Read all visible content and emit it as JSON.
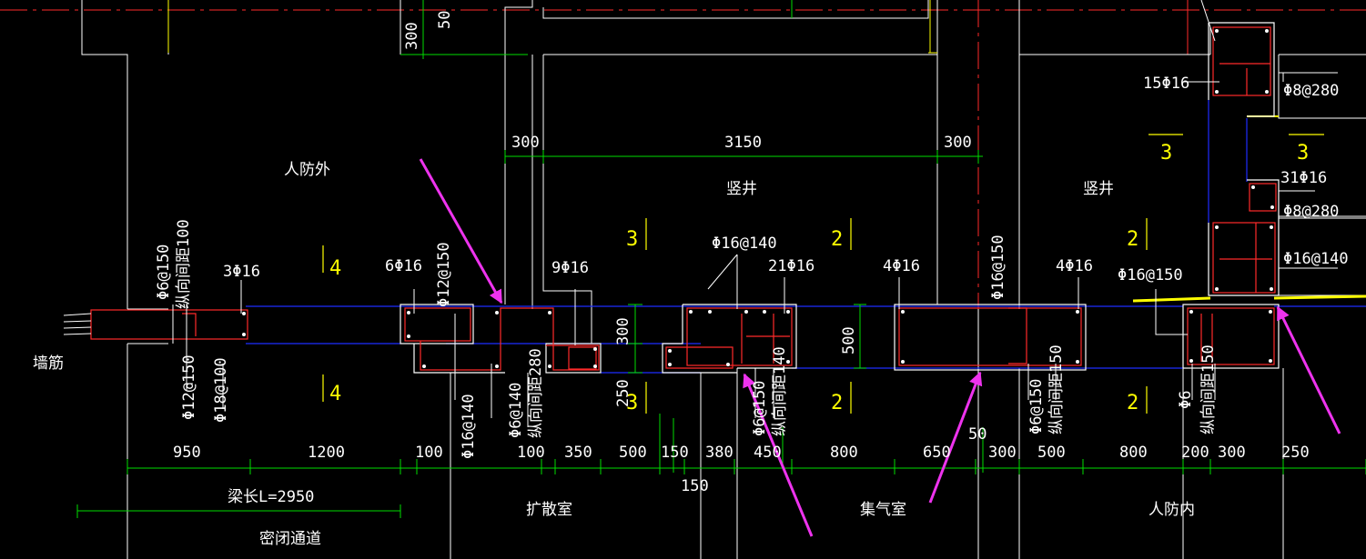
{
  "rooms": {
    "outside": "人防外",
    "shaft_left": "竖井",
    "shaft_right": "竖井",
    "diffusion": "扩散室",
    "collection": "集气室",
    "inside": "人防内",
    "airlock": "密闭通道",
    "wall_rebar": "墙筋"
  },
  "beam_length": "梁长L=2950",
  "top_dims": {
    "d300a": "300",
    "d3150": "3150",
    "d300b": "300",
    "v300": "300",
    "v50": "50"
  },
  "bottom_dims": [
    "950",
    "1200",
    "100",
    "100",
    "350",
    "500",
    "150",
    "380",
    "450",
    "800",
    "650",
    "300",
    "500",
    "800",
    "200",
    "300",
    "250"
  ],
  "extra_dims": {
    "d150": "150",
    "d50": "50",
    "h300": "300",
    "h250": "250",
    "h500": "500"
  },
  "rebar": {
    "r3phi16": "3Φ16",
    "r6phi16": "6Φ16",
    "r9phi16": "9Φ16",
    "r21phi16": "21Φ16",
    "r4phi16a": "4Φ16",
    "r4phi16b": "4Φ16",
    "r15phi16": "15Φ16",
    "r31phi16": "31Φ16",
    "phi16_140_top": "Φ16@140",
    "phi16_150_top": "Φ16@150",
    "phi8_280a": "Φ8@280",
    "phi8_280b": "Φ8@280",
    "phi16_140_right": "Φ16@140",
    "v_phi6_150a": "Φ6@150",
    "v_spacing100": "纵向间距100",
    "v_phi12_150a": "Φ12@150",
    "v_phi12_150b": "Φ12@150",
    "v_phi18_100": "Φ18@100",
    "v_phi16_140": "Φ16@140",
    "v_phi6_140": "Φ6@140",
    "v_spacing280": "纵向间距280",
    "v_phi6_150b": "Φ6@150",
    "v_spacing140": "纵向间距140",
    "v_phi16_150": "Φ16@150",
    "v_phi6_150c": "Φ6@150",
    "v_spacing150a": "纵向间距150",
    "v_phi6": "Φ6",
    "v_spacing150b": "纵向间距150"
  },
  "section_marks": [
    "4",
    "4",
    "3",
    "3",
    "2",
    "2",
    "2",
    "2",
    "3",
    "3"
  ],
  "colors": {
    "background": "#000000",
    "wall": "#ffffff",
    "rebar": "#ff2a2a",
    "beam_axis": "#1e2cff",
    "dimension": "#00dd00",
    "section": "#ffff00",
    "arrow": "#ee33ee"
  }
}
